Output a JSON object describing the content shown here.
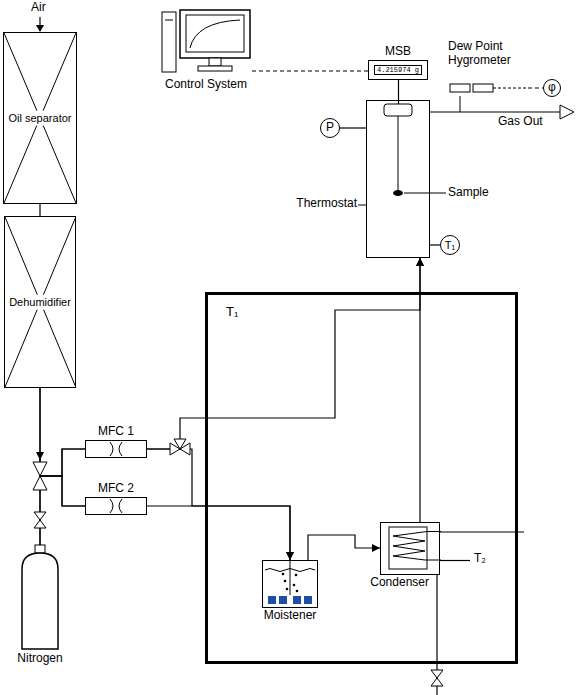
{
  "diagram": {
    "nodes": [
      {
        "text": [
          "Control System"
        ]
      },
      {
        "text": [
          "MSB",
          "4.215974 g"
        ]
      },
      {
        "text": [
          "Dew Point Hygrometer"
        ]
      },
      {
        "text": [
          "φ"
        ]
      },
      {
        "text": [
          "P"
        ]
      },
      {
        "text": [
          "Thermostat"
        ]
      },
      {
        "text": [
          "T₁"
        ]
      },
      {
        "text": [
          "Oil separator"
        ]
      },
      {
        "text": [
          "Dehumidifier"
        ]
      },
      {
        "text": [
          "MFC 1"
        ]
      },
      {
        "text": [
          "MFC 2"
        ]
      },
      {
        "text": [
          "T₁"
        ]
      },
      {
        "text": [
          "Moistener"
        ],
        "in": 11
      },
      {
        "text": [
          "Condenser"
        ],
        "in": 11
      },
      {
        "text": [
          "Nitrogen"
        ]
      }
    ],
    "edges": [
      {
        "from": 0,
        "to": 1,
        "arrow": "none"
      },
      {
        "from": 2,
        "to": 3,
        "arrow": "none"
      },
      {
        "from": 4,
        "to": 5,
        "arrow": "none"
      },
      {
        "from": 6,
        "to": 5,
        "arrow": "none"
      },
      {
        "from": 7,
        "to": 8,
        "arrow": "none"
      },
      {
        "from": 8,
        "to": 9,
        "arrow": "none"
      },
      {
        "from": 8,
        "to": 10,
        "arrow": "none"
      },
      {
        "from": 14,
        "to": 9,
        "arrow": "none"
      },
      {
        "from": 14,
        "to": 10,
        "arrow": "none"
      },
      {
        "from": 9,
        "to": 5,
        "arrow": "to"
      },
      {
        "from": 9,
        "to": 12,
        "arrow": "to"
      },
      {
        "from": 10,
        "to": 12,
        "arrow": "to"
      },
      {
        "from": 12,
        "to": 13,
        "arrow": "to"
      },
      {
        "from": 13,
        "to": 5,
        "arrow": "to"
      }
    ],
    "labels": [
      "Air",
      "Sample",
      "Gas Out",
      "T₂"
    ]
  }
}
